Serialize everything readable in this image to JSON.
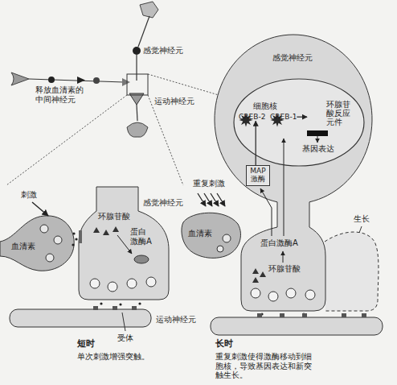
{
  "diagram": {
    "nodes": [
      {
        "text": [
          "细胞核"
        ]
      },
      {
        "text": [
          "CREB-2"
        ],
        "in": 0
      },
      {
        "text": [
          "CREB-1"
        ],
        "in": 0
      },
      {
        "text": [
          "环腺苷酸反应元件"
        ],
        "in": 0
      },
      {
        "text": [
          "MAP激酶"
        ]
      }
    ],
    "edges": [
      {
        "from": 4,
        "to": 1,
        "arrow": "to"
      },
      {
        "from": 2,
        "to": 3,
        "arrow": "to"
      }
    ],
    "labels": [
      "感觉神经元",
      "释放血清素的中间神经元",
      "运动神经元",
      "感觉神经元",
      "基因表达",
      "重复刺激",
      "蛋白激酶A",
      "环腺苷酸",
      "血清素",
      "生长",
      "刺激",
      "环腺苷酸",
      "蛋白激酶A",
      "血清素",
      "感觉神经元",
      "受体",
      "运动神经元",
      "短时",
      "单次刺激增强突触。",
      "长时",
      "重复刺激使得激酶移动到细胞核，导致基因表达和新突触生长。"
    ]
  }
}
